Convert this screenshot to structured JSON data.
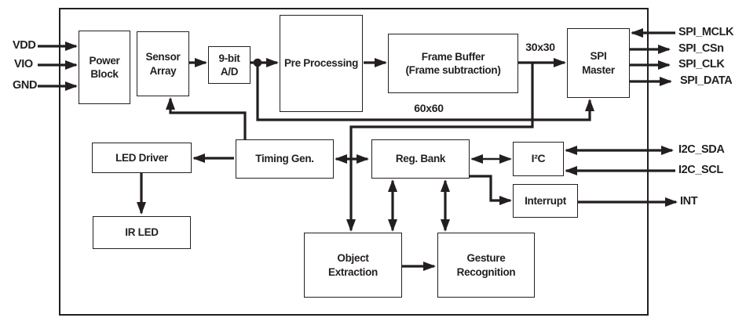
{
  "diagram": {
    "blocks": {
      "power_block": {
        "label": "Power\nBlock"
      },
      "sensor_array": {
        "label": "Sensor\nArray"
      },
      "adc_9bit": {
        "label": "9-bit\nA/D"
      },
      "pre_processing": {
        "label": "Pre Processing"
      },
      "frame_buffer": {
        "label": "Frame Buffer\n(Frame subtraction)"
      },
      "spi_master": {
        "label": "SPI\nMaster"
      },
      "led_driver": {
        "label": "LED Driver"
      },
      "timing_gen": {
        "label": "Timing Gen."
      },
      "reg_bank": {
        "label": "Reg. Bank"
      },
      "i2c": {
        "label": "I²C"
      },
      "interrupt": {
        "label": "Interrupt"
      },
      "ir_led": {
        "label": "IR LED"
      },
      "object_extraction": {
        "label": "Object\nExtraction"
      },
      "gesture_recognition": {
        "label": "Gesture\nRecognition"
      }
    },
    "pins": {
      "left": [
        "VDD",
        "VIO",
        "GND"
      ],
      "spi": [
        "SPI_MCLK",
        "SPI_CSn",
        "SPI_CLK",
        "SPI_DATA"
      ],
      "i2c": [
        "I2C_SDA",
        "I2C_SCL"
      ],
      "interrupt_out": "INT"
    },
    "bus_labels": {
      "frame_buffer_out": "30x30",
      "adc_out": "60x60"
    },
    "colors": {
      "line": "#231f20",
      "background": "#ffffff"
    }
  }
}
